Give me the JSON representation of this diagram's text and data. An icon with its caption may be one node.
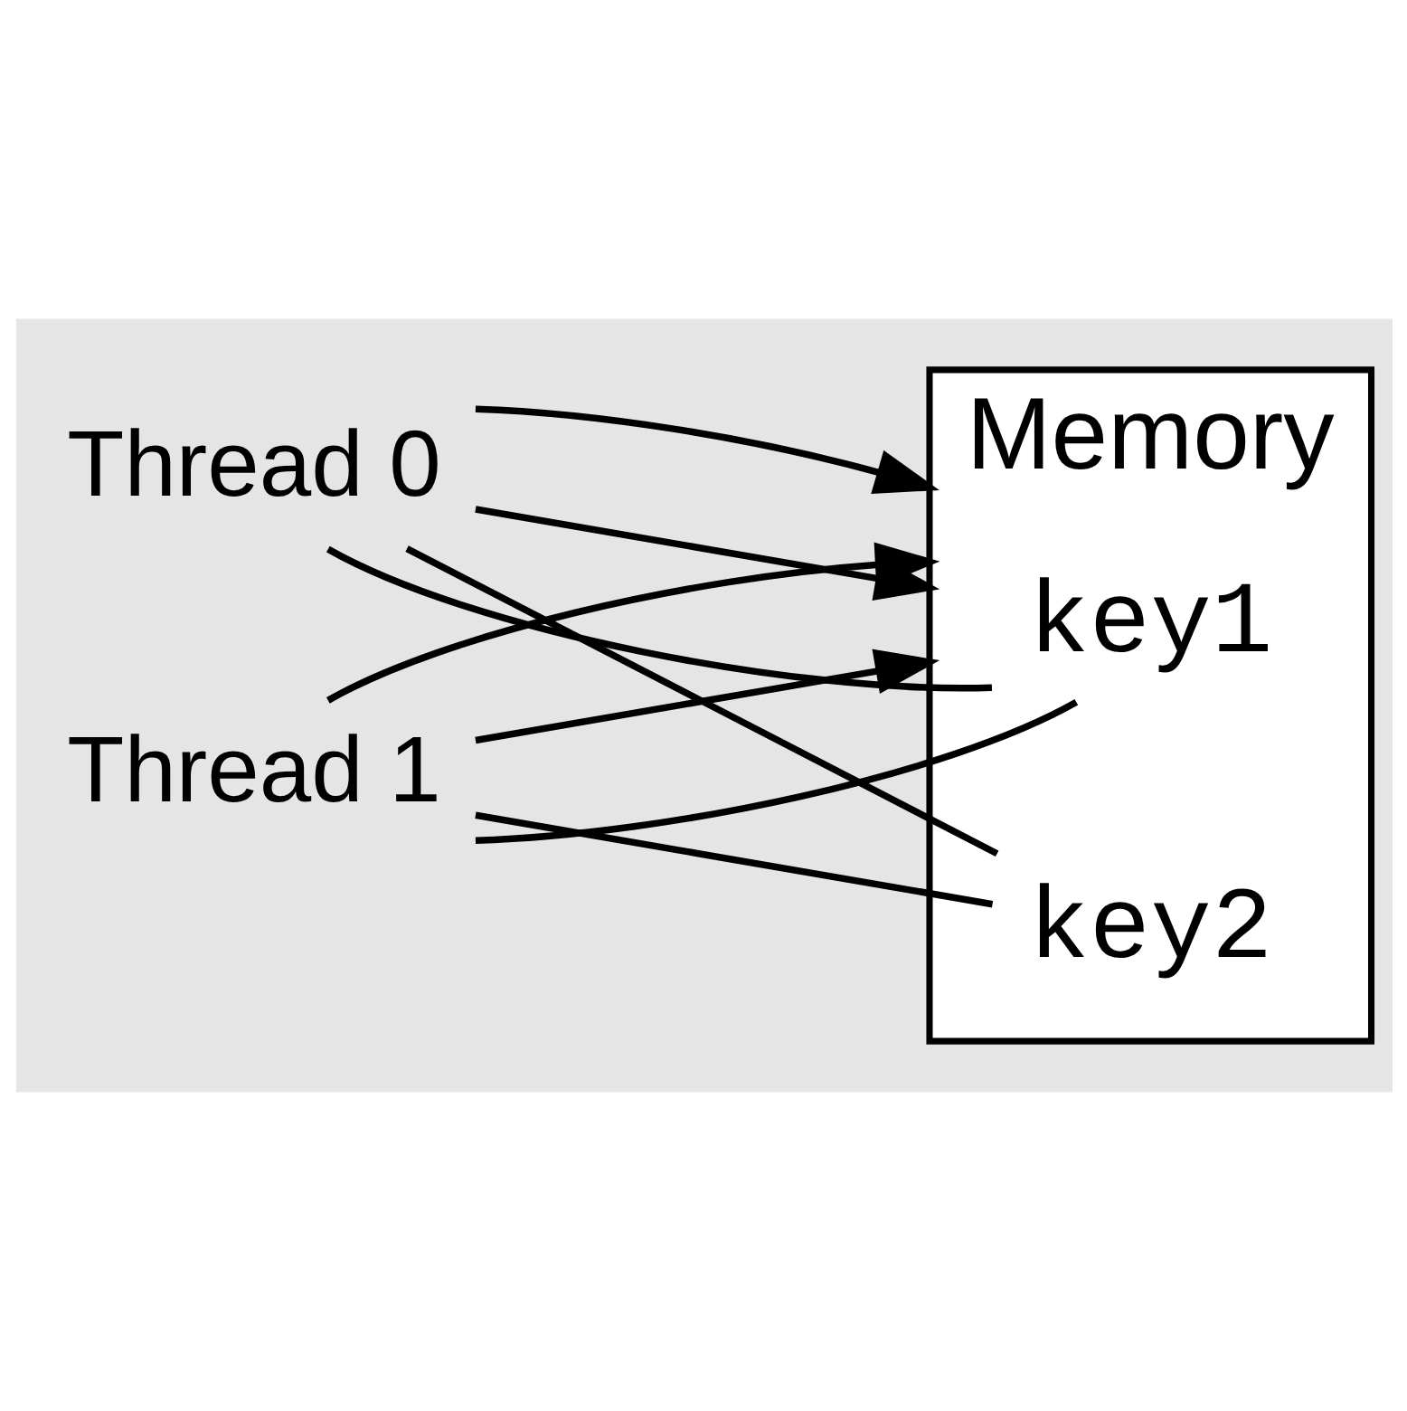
{
  "diagram": {
    "nodes": [
      {
        "text": [
          "Memory"
        ]
      },
      {
        "text": [
          "key1"
        ],
        "in": 0
      },
      {
        "text": [
          "key2"
        ],
        "in": 0
      },
      {
        "text": [
          "Thread 0"
        ]
      },
      {
        "text": [
          "Thread 1"
        ]
      }
    ],
    "edges": [
      {
        "from": 1,
        "to": 3,
        "arrow": "none"
      },
      {
        "from": 3,
        "to": 0,
        "arrow": "to"
      },
      {
        "from": 2,
        "to": 3,
        "arrow": "none"
      },
      {
        "from": 3,
        "to": 0,
        "arrow": "to"
      },
      {
        "from": 1,
        "to": 4,
        "arrow": "none"
      },
      {
        "from": 4,
        "to": 0,
        "arrow": "to"
      },
      {
        "from": 2,
        "to": 4,
        "arrow": "none"
      },
      {
        "from": 4,
        "to": 0,
        "arrow": "to"
      }
    ]
  }
}
